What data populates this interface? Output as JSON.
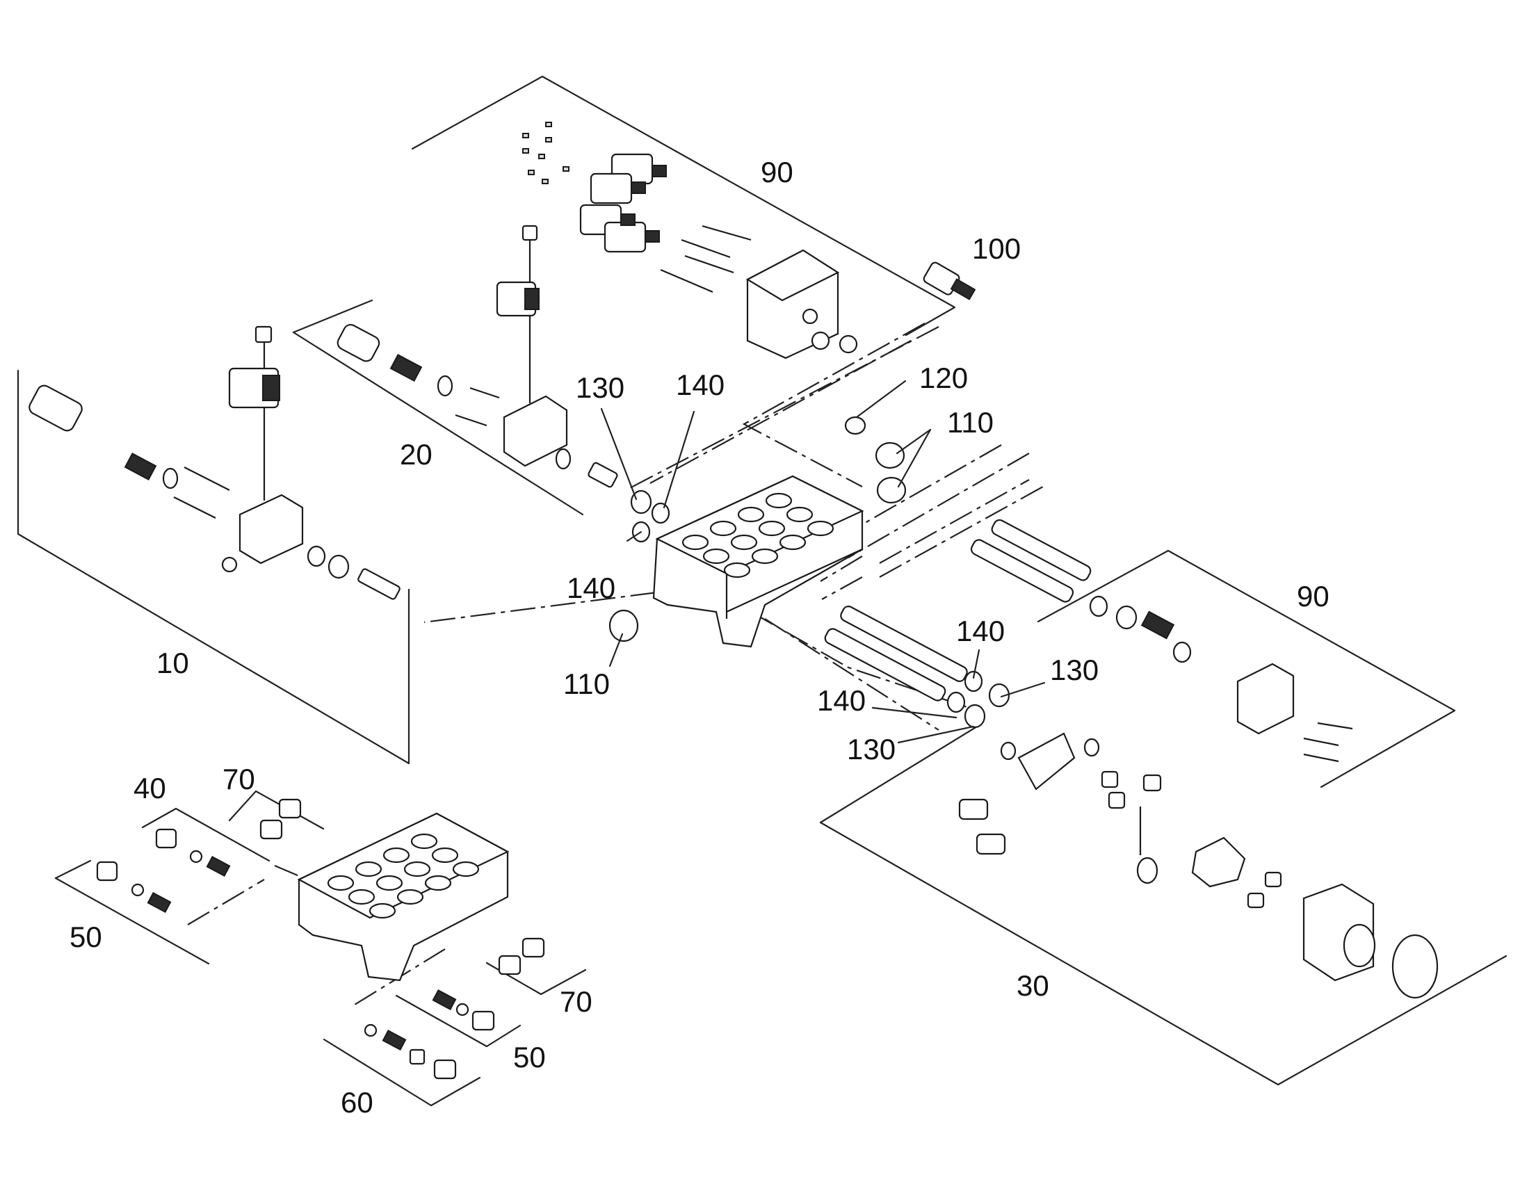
{
  "labels": {
    "l90_top": "90",
    "l100": "100",
    "l130_a": "130",
    "l140_a": "140",
    "l120": "120",
    "l110_a": "110",
    "l20": "20",
    "l140_b": "140",
    "l110_b": "110",
    "l10": "10",
    "l90_right": "90",
    "l140_c": "140",
    "l130_b": "130",
    "l140_d": "140",
    "l130_c": "130",
    "l40": "40",
    "l70_a": "70",
    "l50_a": "50",
    "l70_b": "70",
    "l50_b": "50",
    "l60": "60",
    "l30": "30"
  },
  "colors": {
    "line": "#222222",
    "fill": "#ffffff",
    "dark": "#2a2a2a"
  }
}
